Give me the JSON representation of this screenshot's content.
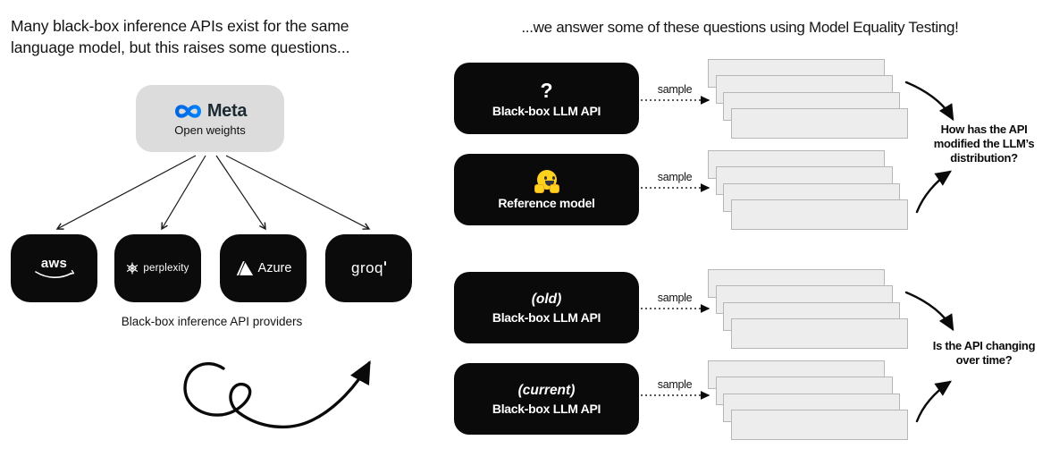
{
  "colors": {
    "box_black": "#0a0a0a",
    "meta_card_gray": "#dcdcdc",
    "paper_fill": "#ededed",
    "paper_border": "#b6b6b6",
    "meta_blue_start": "#0064e0",
    "meta_blue_end": "#0082fb",
    "meta_wordmark_navy": "#1c2b33",
    "hugging_face_yellow": "#ffd21e",
    "logo_white": "#ffffff"
  },
  "left_panel": {
    "heading_line1": "Many black-box inference APIs exist for the same",
    "heading_line2": "language model, but this raises some questions...",
    "meta_card": {
      "icon": "meta-infinity-icon",
      "brand": "Meta",
      "subtitle": "Open weights"
    },
    "providers": [
      {
        "name": "aws",
        "label": "aws",
        "icon": "aws-smile-arrow-icon"
      },
      {
        "name": "perplexity",
        "label": "perplexity",
        "icon": "perplexity-knot-icon"
      },
      {
        "name": "azure",
        "label": "Azure",
        "icon": "azure-triangle-icon"
      },
      {
        "name": "groq",
        "label": "groq",
        "icon": "groq-trademark-tick"
      }
    ],
    "caption": "Black-box inference API providers"
  },
  "right_panel": {
    "heading": "...we answer some of these questions using Model Equality Testing!",
    "rows": [
      {
        "icon_text": "?",
        "label": "Black-box LLM API",
        "sample_label": "sample"
      },
      {
        "icon": "hugging-face-emoji",
        "label": "Reference model",
        "sample_label": "sample"
      },
      {
        "icon_text": "(old)",
        "label": "Black-box LLM API",
        "sample_label": "sample"
      },
      {
        "icon_text": "(current)",
        "label": "Black-box LLM API",
        "sample_label": "sample"
      }
    ],
    "questions": [
      {
        "line1": "How has the API",
        "line2": "modified the LLM’s",
        "line3": "distribution?"
      },
      {
        "line1": "Is the API changing",
        "line2": "over time?"
      }
    ]
  }
}
